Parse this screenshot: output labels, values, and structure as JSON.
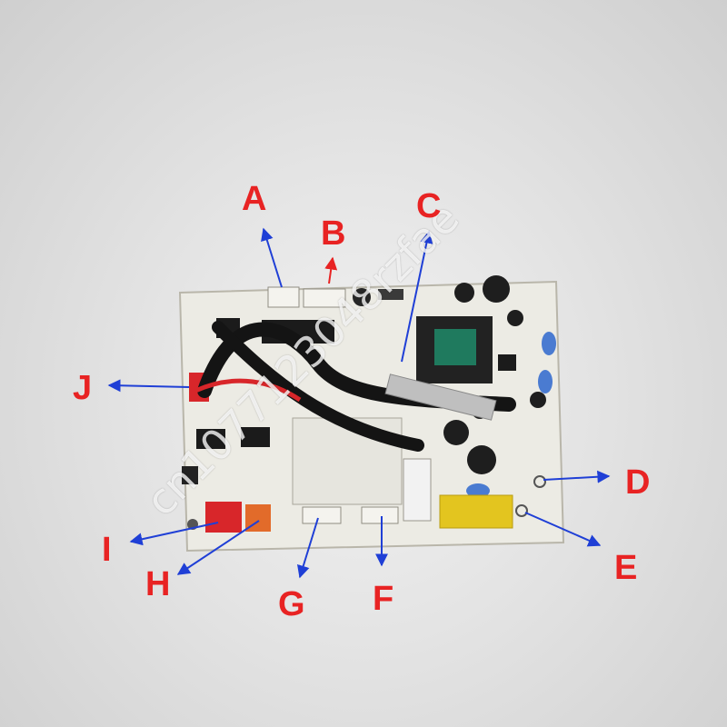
{
  "labels": {
    "A": "A",
    "B": "B",
    "C": "C",
    "D": "D",
    "E": "E",
    "F": "F",
    "G": "G",
    "H": "H",
    "I": "I",
    "J": "J"
  },
  "colors": {
    "pcb": "#ecebe4",
    "label_red": "#e82323",
    "arrow_blue": "#1f3fd6",
    "arrow_red": "#e82323",
    "relay_yellow": "#e3c51f",
    "transformer_green": "#1f7a5e",
    "connector_red": "#d8262a"
  },
  "watermark": "cn1077123048rzfae"
}
